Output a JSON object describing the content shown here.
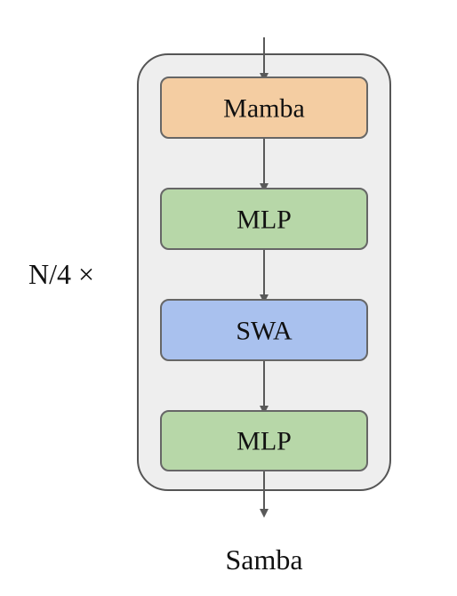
{
  "diagram": {
    "blocks": [
      {
        "label": "Mamba",
        "color": "#f4cda2"
      },
      {
        "label": "MLP",
        "color": "#b7d7a8"
      },
      {
        "label": "SWA",
        "color": "#a9c1ee"
      },
      {
        "label": "MLP",
        "color": "#b7d7a8"
      }
    ],
    "repeat_label": "N/4 ×",
    "caption": "Samba",
    "colors": {
      "container_fill": "#eeeeee",
      "container_stroke": "#555555",
      "block_stroke": "#666666",
      "arrow": "#595959"
    }
  }
}
